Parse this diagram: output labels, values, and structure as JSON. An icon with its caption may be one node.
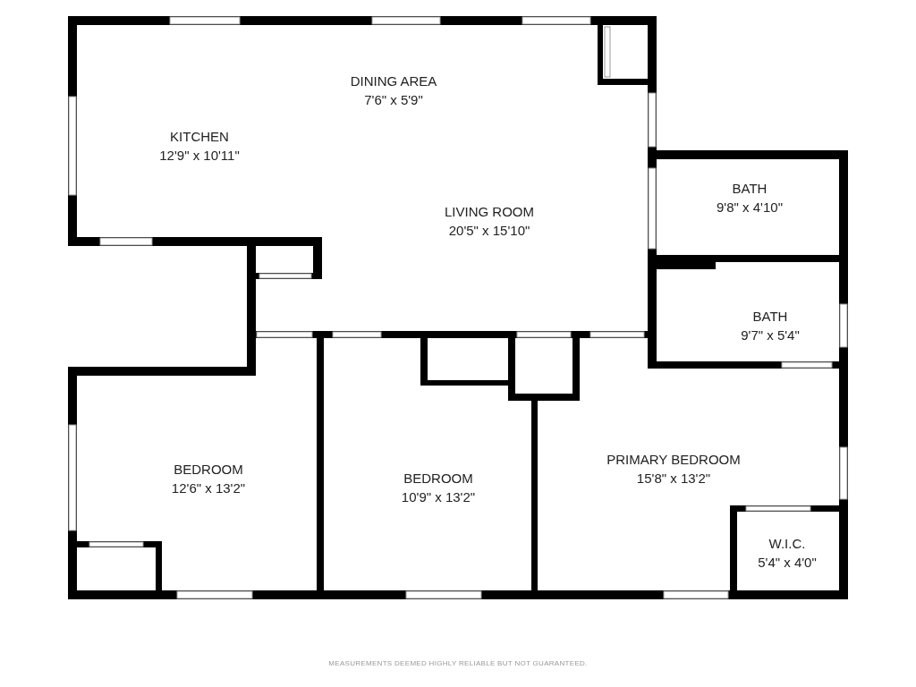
{
  "diagram": {
    "nodes": [
      {
        "text": [
          "DINING AREA",
          "7'6\" x 5'9\""
        ]
      },
      {
        "text": [
          "KITCHEN",
          "12'9\" x 10'11\""
        ]
      },
      {
        "text": [
          "LIVING ROOM",
          "20'5\" x 15'10\""
        ]
      },
      {
        "text": [
          "BATH",
          "9'8\" x 4'10\""
        ]
      },
      {
        "text": [
          "BATH",
          "9'7\" x 5'4\""
        ]
      },
      {
        "text": [
          "BEDROOM",
          "12'6\" x 13'2\""
        ]
      },
      {
        "text": [
          "BEDROOM",
          "10'9\" x 13'2\""
        ]
      },
      {
        "text": [
          "PRIMARY BEDROOM",
          "15'8\" x 13'2\""
        ]
      },
      {
        "text": [
          "W.I.C.",
          "5'4\" x 4'0\""
        ]
      }
    ],
    "labels": [
      "MEASUREMENTS DEEMED HIGHLY RELIABLE BUT NOT GUARANTEED."
    ]
  }
}
